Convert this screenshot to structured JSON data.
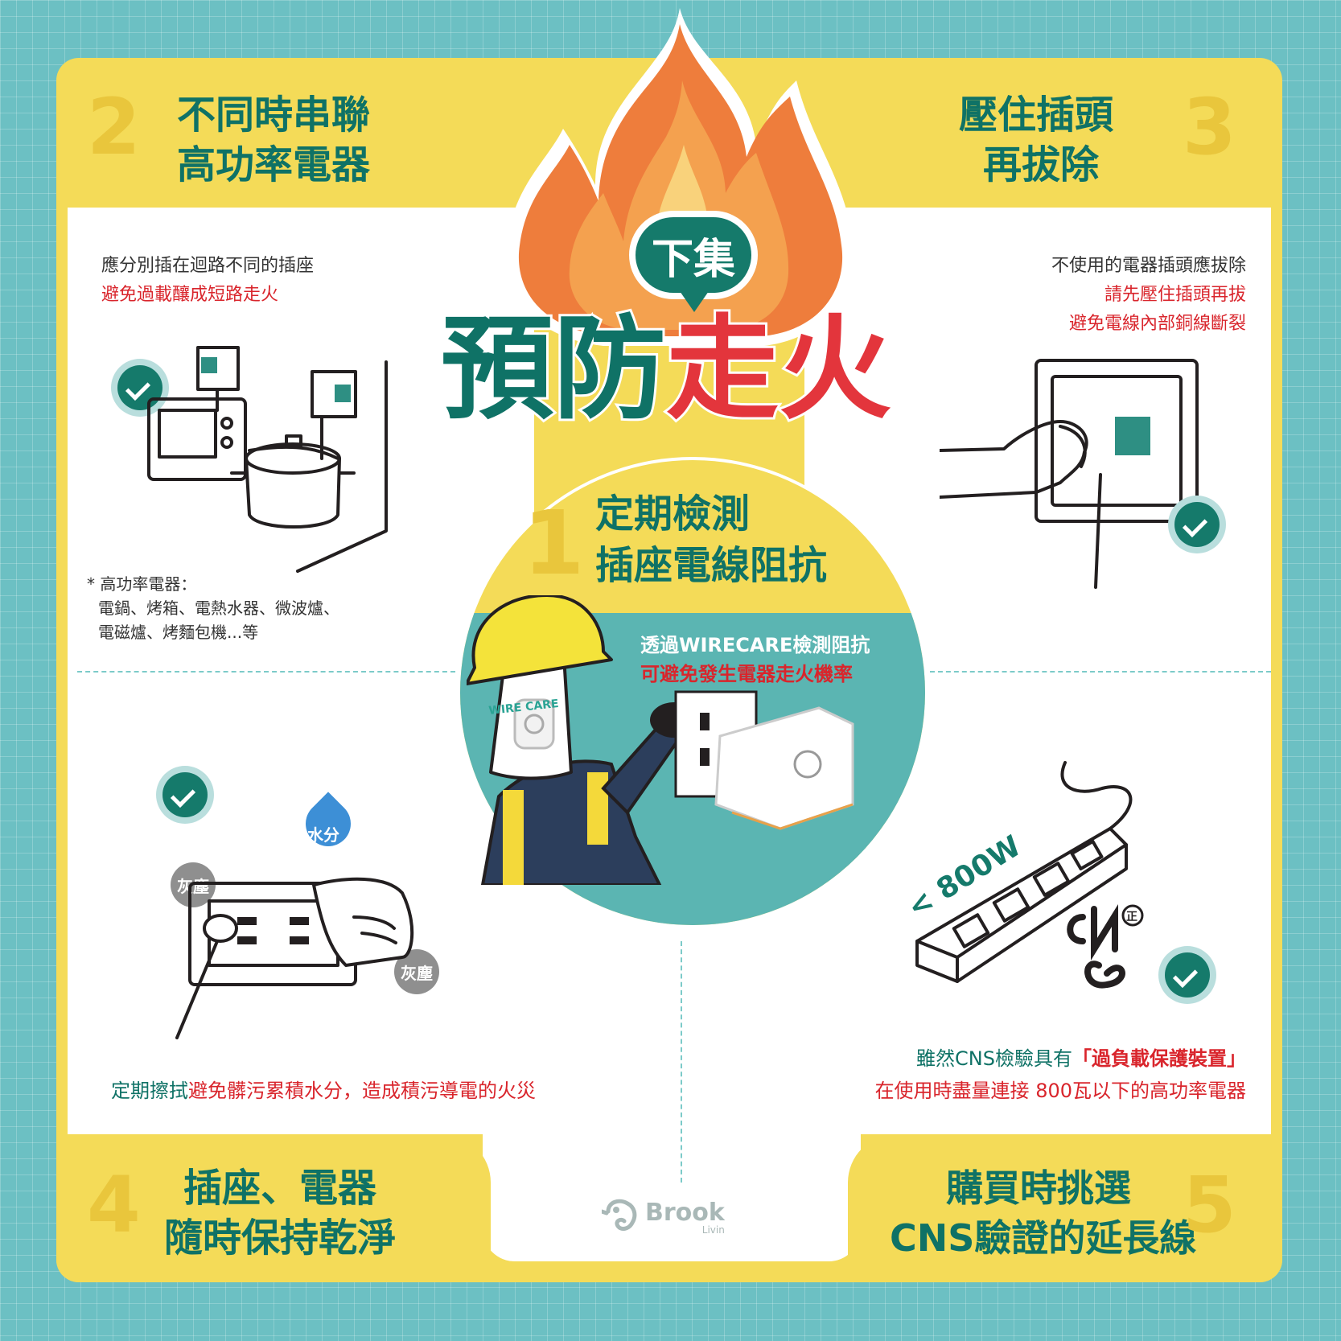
{
  "header": {
    "badge": "下集",
    "title_part1": "預防",
    "title_part2": "走火"
  },
  "section1": {
    "number": "1",
    "title_line1": "定期檢測",
    "title_line2": "插座電線阻抗",
    "desc_line1": "透過WIRECARE檢測阻抗",
    "desc_line2": "可避免發生電器走火機率",
    "device_brand": "WIRE CARE"
  },
  "section2": {
    "number": "2",
    "title_line1": "不同時串聯",
    "title_line2": "高功率電器",
    "desc_line1": "應分別插在迴路不同的插座",
    "desc_line2": "避免過載釀成短路走火",
    "note_line1": "* 高功率電器：",
    "note_line2": "電鍋、烤箱、電熱水器、微波爐、",
    "note_line3": "電磁爐、烤麵包機...等"
  },
  "section3": {
    "number": "3",
    "title_line1": "壓住插頭",
    "title_line2": "再拔除",
    "desc_line1": "不使用的電器插頭應拔除",
    "desc_line2": "請先壓住插頭再拔",
    "desc_line3": "避免電線內部銅線斷裂"
  },
  "section4": {
    "number": "4",
    "title_line1": "插座、電器",
    "title_line2": "隨時保持乾淨",
    "desc_part1": "定期擦拭",
    "desc_part2": "避免髒污累積水分，造成積污導電的火災",
    "tag_water": "水分",
    "tag_dust1": "灰塵",
    "tag_dust2": "灰塵"
  },
  "section5": {
    "number": "5",
    "title_line1": "購買時挑選",
    "title_line2": "CNS驗證的延長線",
    "watt_label": "< 800W",
    "cns_mark": "正",
    "desc_line1_part1": "雖然CNS檢驗具有",
    "desc_line1_part2": "「過負載保護裝置」",
    "desc_line2": "在使用時盡量連接 800瓦以下的高功率電器"
  },
  "logo": {
    "name": "Brook",
    "sub": "Livin"
  },
  "colors": {
    "teal": "#0f7266",
    "red": "#e3353c",
    "yellow": "#f4db58",
    "background": "#6cc0c3",
    "flame_orange": "#ee7d3c"
  }
}
